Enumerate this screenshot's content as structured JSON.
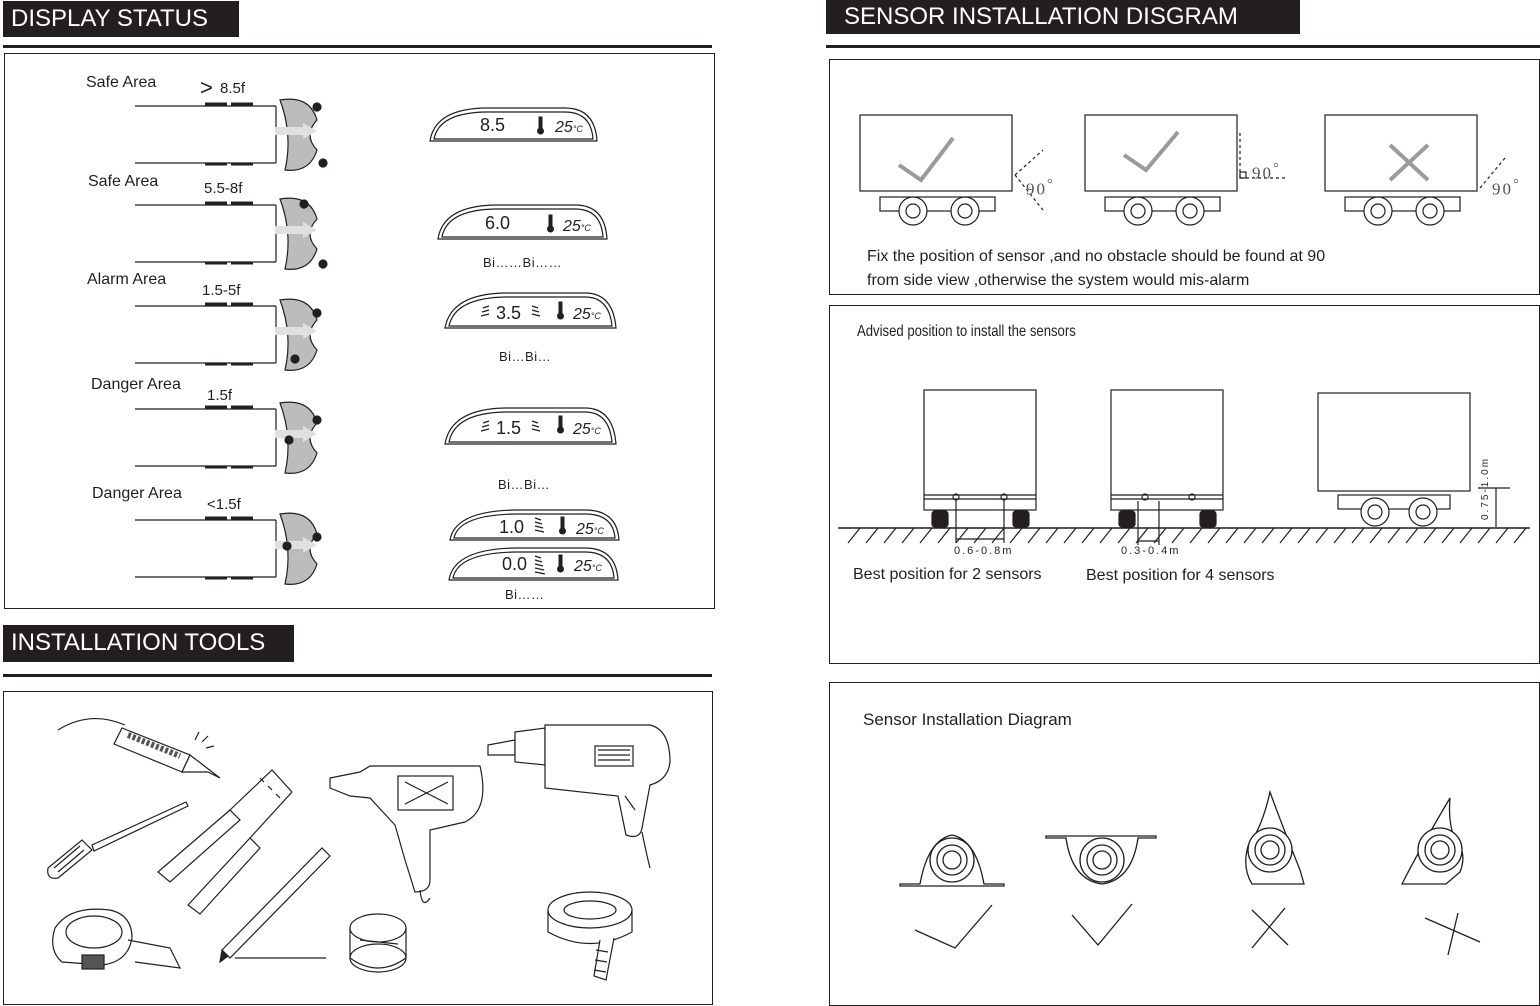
{
  "display_status": {
    "title": "DISPLAY STATUS",
    "rows": [
      {
        "area": "Safe Area",
        "distance": "8.5f",
        "reading": "8.5",
        "temp": "25",
        "beep": ""
      },
      {
        "area": "Safe Area",
        "distance": "5.5-8f",
        "reading": "6.0",
        "temp": "25",
        "beep": "Bi……Bi……"
      },
      {
        "area": "Alarm Area",
        "distance": "1.5-5f",
        "reading": "3.5",
        "temp": "25",
        "beep": "Bi…Bi…"
      },
      {
        "area": "Danger Area",
        "distance": "1.5f",
        "reading": "1.5",
        "temp": "25",
        "beep": "Bi…Bi…"
      },
      {
        "area": "Danger Area",
        "distance": "<1.5f",
        "reading": "1.0",
        "temp": "25",
        "beep": ""
      }
    ],
    "extra_reading": "0.0",
    "extra_temp": "25",
    "final_beep": "Bi……",
    "greater_than": ">",
    "temp_unit": "°C"
  },
  "installation_tools": {
    "title": "INSTALLATION TOOLS",
    "icons": [
      "soldering-iron-icon",
      "screwdriver-icon",
      "wire-stripper-icon",
      "glue-gun-icon",
      "pencil-icon",
      "electric-drill-icon",
      "tape-measure-icon",
      "solder-spool-icon",
      "insulating-tape-icon"
    ]
  },
  "sensor_installation": {
    "title": "SENSOR INSTALLATION DISGRAM",
    "angle_label": "90",
    "degree_mark": "°",
    "caption_line1": "Fix the position of sensor ,and no obstacle should be found at 90",
    "caption_line2": "from side  view ,otherwise the system would mis-alarm"
  },
  "advised_position": {
    "title": "Advised position to install the sensors",
    "spacing_2": "0.6-0.8m",
    "spacing_4": "0.3-0.4m",
    "height": "0.75-1.0m",
    "caption_2": "Best position for 2 sensors",
    "caption_4": "Best position for 4 sensors"
  },
  "sensor_diagram": {
    "title": "Sensor Installation Diagram"
  },
  "colors": {
    "ink": "#231f20",
    "sensor_grey": "#bcbcbc",
    "check_grey": "#9a9a9a"
  }
}
